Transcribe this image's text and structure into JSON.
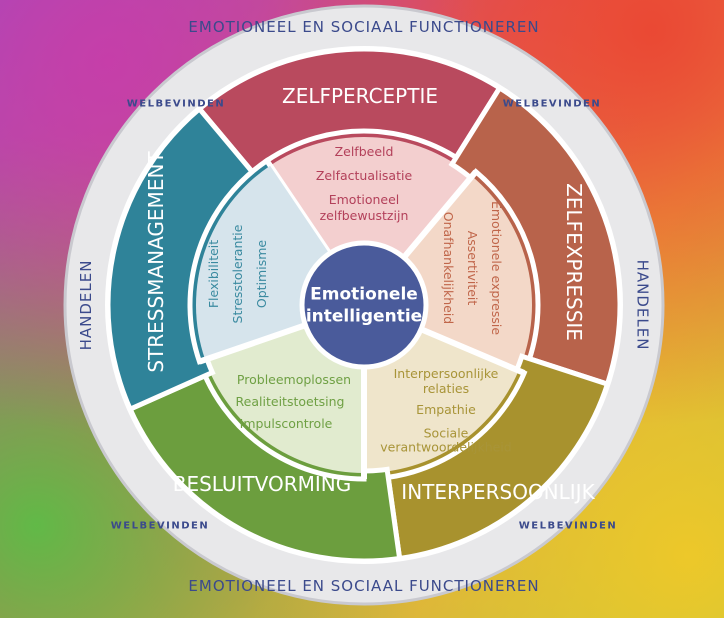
{
  "center": {
    "line1": "Emotionele",
    "line2": "intelligentie",
    "color": "#4a5b9b"
  },
  "ring": {
    "top": "EMOTIONEEL EN SOCIAAL FUNCTIONEREN",
    "bottom": "EMOTIONEEL EN SOCIAAL FUNCTIONEREN",
    "left": "HANDELEN",
    "right": "HANDELEN",
    "welbevinden": "WELBEVINDEN",
    "text_color": "#3b4a8c"
  },
  "segments": [
    {
      "label": "ZELFPERCEPTIE",
      "outer_color": "#b94a5e",
      "inner_color": "#f3cfcf",
      "text_color": "#b3405a",
      "items": [
        "Zelfbeeld",
        "Zelfactualisatie",
        "Emotioneel",
        "zelfbewustzijn"
      ]
    },
    {
      "label": "ZELFEXPRESSIE",
      "outer_color": "#b8634b",
      "inner_color": "#f3d8c8",
      "text_color": "#c0664a",
      "items": [
        "Emotionele expressie",
        "Assertiviteit",
        "Onafhankelijkheid"
      ]
    },
    {
      "label": "INTERPERSOONLIJK",
      "outer_color": "#a8922e",
      "inner_color": "#efe5cb",
      "text_color": "#a89438",
      "items": [
        "Interpersoonlijke",
        "relaties",
        "Empathie",
        "Sociale verantwoordelijkheid"
      ]
    },
    {
      "label": "BESLUITVORMING",
      "outer_color": "#6c9e3e",
      "inner_color": "#e1ebcf",
      "text_color": "#6fa044",
      "items": [
        "Probleemoplossen",
        "Realiteitstoetsing",
        "Impulscontrole"
      ]
    },
    {
      "label": "STRESSMANAGEMENT",
      "outer_color": "#2f8399",
      "inner_color": "#d6e4ec",
      "text_color": "#3a8aa0",
      "items": [
        "Flexibiliteit",
        "Stresstolerantie",
        "Optimisme"
      ]
    }
  ]
}
